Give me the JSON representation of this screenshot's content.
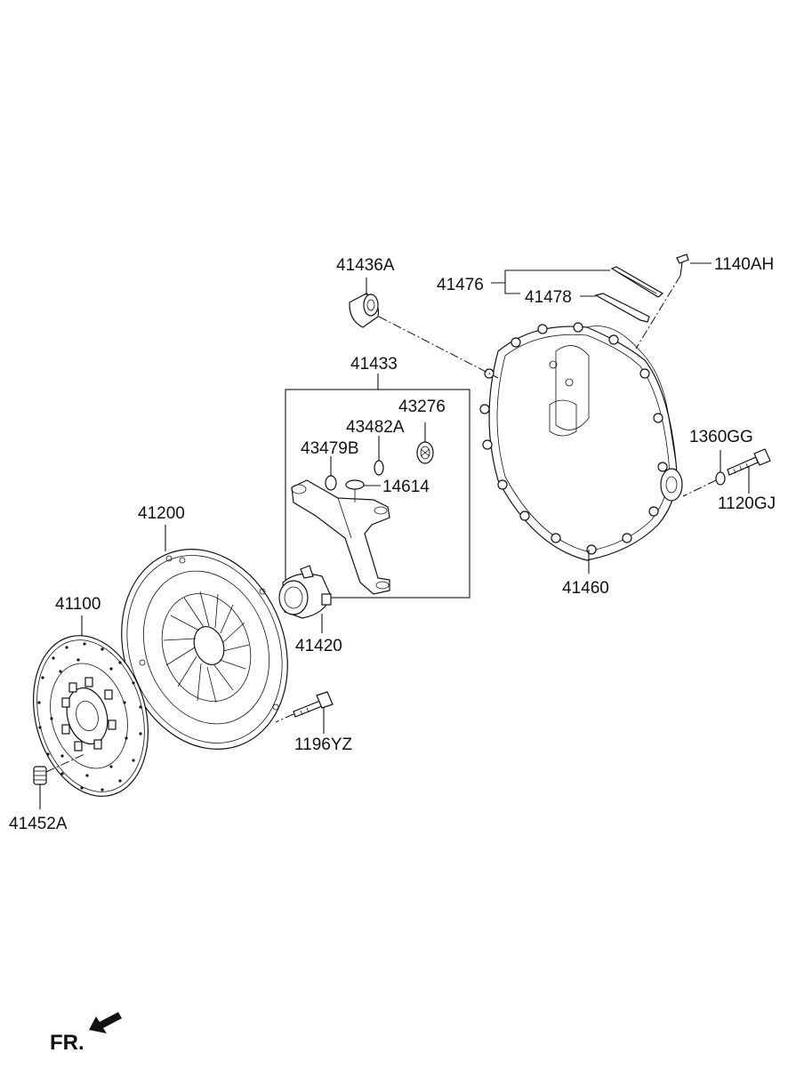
{
  "parts": {
    "p41436A": "41436A",
    "p41476": "41476",
    "p41478": "41478",
    "p1140AH": "1140AH",
    "p41433": "41433",
    "p43276": "43276",
    "p43482A": "43482A",
    "p43479B": "43479B",
    "p14614": "14614",
    "p1360GG": "1360GG",
    "p1120GJ": "1120GJ",
    "p41460": "41460",
    "p41200": "41200",
    "p41420": "41420",
    "p41100": "41100",
    "p1196YZ": "1196YZ",
    "p41452A": "41452A"
  },
  "direction": {
    "label": "FR.",
    "icon": "arrow-left-down-icon"
  }
}
